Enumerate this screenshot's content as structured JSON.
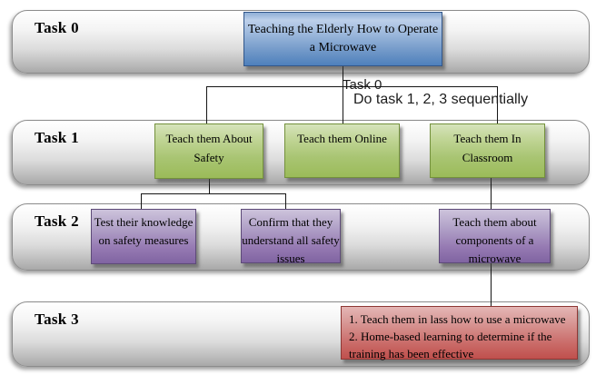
{
  "diagram": {
    "title_node": "Teaching the Elderly How to Operate a Microwave",
    "rows": [
      {
        "label": "Task 0"
      },
      {
        "label": "Task 1"
      },
      {
        "label": "Task 2"
      },
      {
        "label": "Task 3"
      }
    ],
    "annotation": {
      "title": "Task 0",
      "subtitle": "Do task 1, 2, 3 sequentially"
    },
    "nodes": {
      "root": {
        "label": "Teaching the Elderly How to Operate a Microwave"
      },
      "safety": {
        "label": "Teach them About Safety"
      },
      "online": {
        "label": "Teach them Online"
      },
      "classroom": {
        "label": "Teach them In Classroom"
      },
      "test_knowledge": {
        "label": "Test their knowledge on safety measures"
      },
      "confirm_understand": {
        "label": "Confirm that they understand all safety issues"
      },
      "components": {
        "label": "Teach them about components of a microwave"
      },
      "classroom_plan": {
        "items": [
          "1. Teach them in lass how to use a microwave",
          "2. Home-based learning to determine if the training has been effective"
        ]
      }
    },
    "colors": {
      "accent_blue": "#4f81bd",
      "accent_green": "#9bbb59",
      "accent_purple": "#8064a2",
      "accent_red": "#c0504d",
      "row_gray": "#a8a8a8",
      "connector": "#151515"
    }
  }
}
